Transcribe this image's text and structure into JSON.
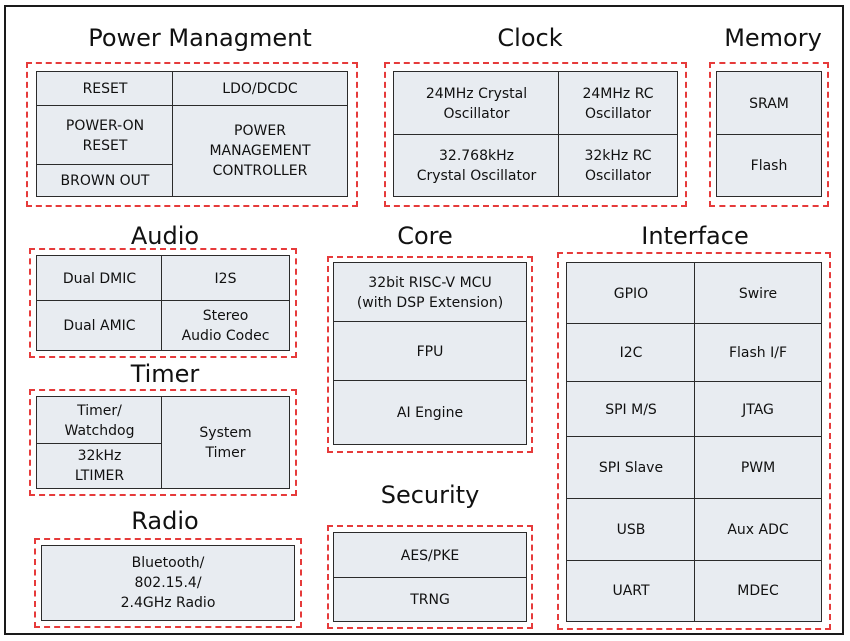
{
  "power": {
    "title": "Power Managment",
    "reset": "RESET",
    "ldo": "LDO/DCDC",
    "por": "POWER-ON\nRESET",
    "pmc": "POWER\nMANAGEMENT\nCONTROLLER",
    "brownout": "BROWN OUT"
  },
  "clock": {
    "title": "Clock",
    "xtal24": "24MHz Crystal\nOscillator",
    "rc24": "24MHz RC\nOscillator",
    "xtal32": "32.768kHz\nCrystal Oscillator",
    "rc32": "32kHz RC\nOscillator"
  },
  "memory": {
    "title": "Memory",
    "sram": "SRAM",
    "flash": "Flash"
  },
  "audio": {
    "title": "Audio",
    "dmic": "Dual DMIC",
    "i2s": "I2S",
    "amic": "Dual AMIC",
    "codec": "Stereo\nAudio Codec"
  },
  "timer": {
    "title": "Timer",
    "watchdog": "Timer/\nWatchdog",
    "ltimer": "32kHz\nLTIMER",
    "system": "System\nTimer"
  },
  "radio": {
    "title": "Radio",
    "bt": "Bluetooth/\n802.15.4/\n2.4GHz Radio"
  },
  "core": {
    "title": "Core",
    "mcu": "32bit RISC-V MCU\n(with DSP Extension)",
    "fpu": "FPU",
    "ai": "AI Engine"
  },
  "security": {
    "title": "Security",
    "aes": "AES/PKE",
    "trng": "TRNG"
  },
  "interface": {
    "title": "Interface",
    "gpio": "GPIO",
    "swire": "Swire",
    "i2c": "I2C",
    "flashif": "Flash I/F",
    "spims": "SPI M/S",
    "jtag": "JTAG",
    "spislave": "SPI Slave",
    "pwm": "PWM",
    "usb": "USB",
    "auxadc": "Aux ADC",
    "uart": "UART",
    "mdec": "MDEC"
  }
}
